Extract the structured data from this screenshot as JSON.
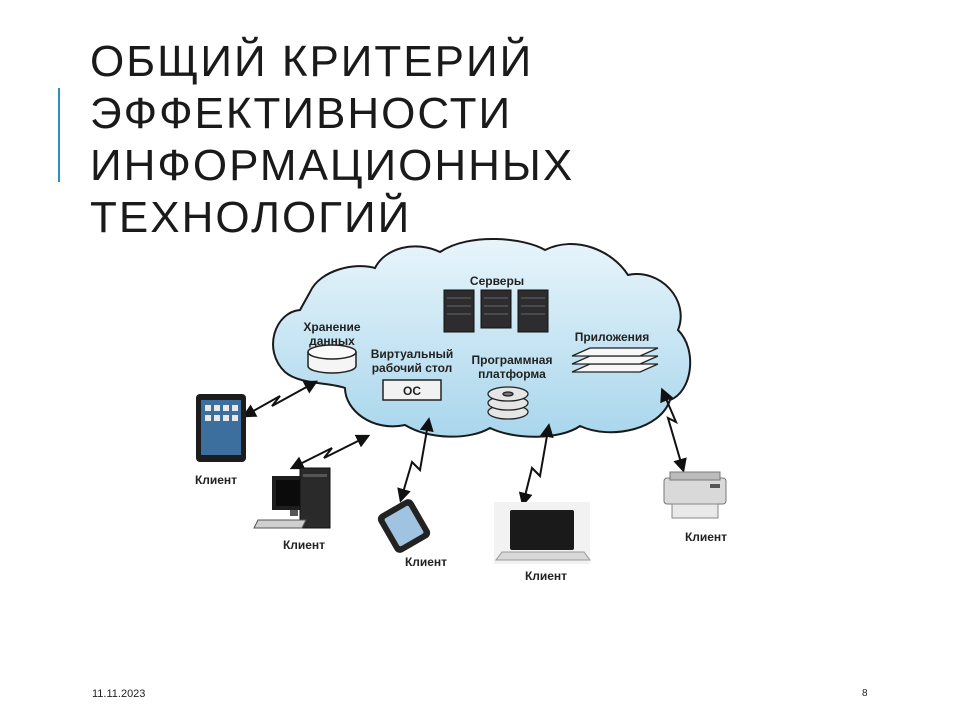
{
  "slide": {
    "title": "ОБЩИЙ КРИТЕРИЙ ЭФФЕКТИВНОСТИ ИНФОРМАЦИОННЫХ ТЕХНОЛОГИЙ",
    "date": "11.11.2023",
    "page_number": "8"
  },
  "diagram": {
    "cloud": {
      "servers": "Серверы",
      "storage_line1": "Хранение",
      "storage_line2": "данных",
      "desktop_line1": "Виртуальный",
      "desktop_line2": "рабочий стол",
      "os_label": "ОС",
      "platform_line1": "Программная",
      "platform_line2": "платформа",
      "apps": "Приложения"
    },
    "clients": {
      "tablet": "Клиент",
      "desktop": "Клиент",
      "phone": "Клиент",
      "laptop": "Клиент",
      "printer": "Клиент"
    }
  },
  "colors": {
    "accent": "#2f8fc5",
    "cloud_fill": "#c9e6f3",
    "cloud_stroke": "#1a1a1a"
  }
}
